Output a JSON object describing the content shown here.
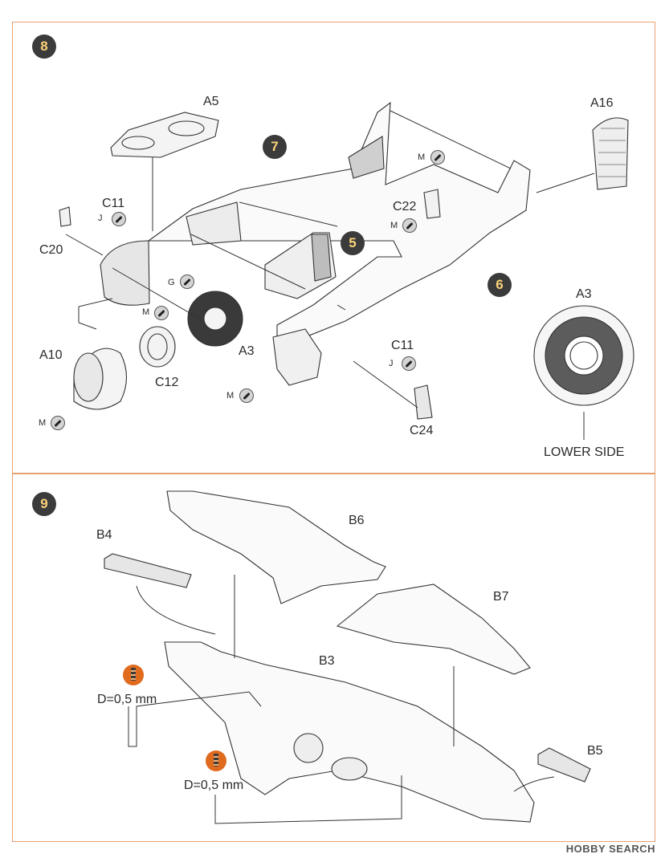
{
  "step8": {
    "number": "8",
    "sub_steps": [
      "7",
      "5",
      "6"
    ],
    "parts": {
      "a5": "A5",
      "a16": "A16",
      "c11_top": "C11",
      "c20": "C20",
      "c22": "C22",
      "a3_engine": "A3",
      "a3_detail": "A3",
      "c12": "C12",
      "a10": "A10",
      "c11_bottom": "C11",
      "c24": "C24"
    },
    "glue_codes": {
      "j1": "J",
      "m1": "M",
      "m2": "M",
      "g": "G",
      "m3": "M",
      "m4": "M",
      "m5": "M",
      "j2": "J"
    },
    "lower_side": "LOWER SIDE"
  },
  "step9": {
    "number": "9",
    "parts": {
      "b6": "B6",
      "b4": "B4",
      "b7": "B7",
      "b3": "B3",
      "b5": "B5"
    },
    "drill1": "D=0,5 mm",
    "drill2": "D=0,5 mm"
  },
  "watermark": "HOBBY SEARCH"
}
